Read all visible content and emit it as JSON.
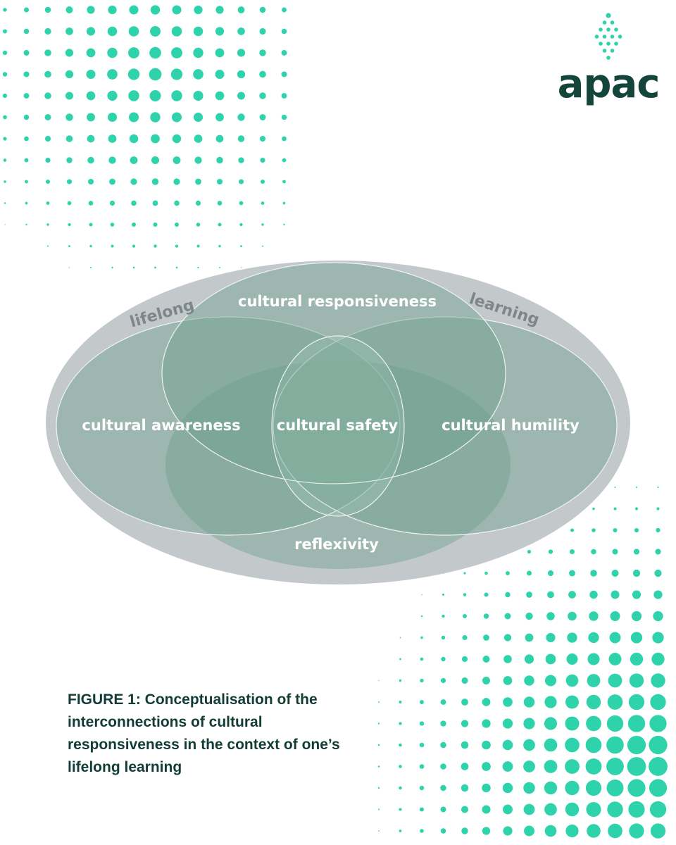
{
  "brand": {
    "name": "apac",
    "color_text": "#13453a",
    "color_accent": "#2ed3ac"
  },
  "diagram": {
    "outer_ring_words": [
      "lifelong",
      "learning"
    ],
    "circles": {
      "top": "cultural responsiveness",
      "left": "cultural awareness",
      "right": "cultural humility",
      "center": "cultural safety",
      "bottom": "reflexivity"
    },
    "colors": {
      "ring": "#c3c9cb",
      "ring_text": "#7d878b",
      "circle_fill": "#6f9f8d",
      "label": "#ffffff"
    }
  },
  "caption": "FIGURE 1: Conceptualisation of the interconnections of cultural responsiveness in the context of one’s lifelong learning",
  "decor": {
    "dot_color": "#2ed3ac",
    "pattern": "halftone dots"
  }
}
